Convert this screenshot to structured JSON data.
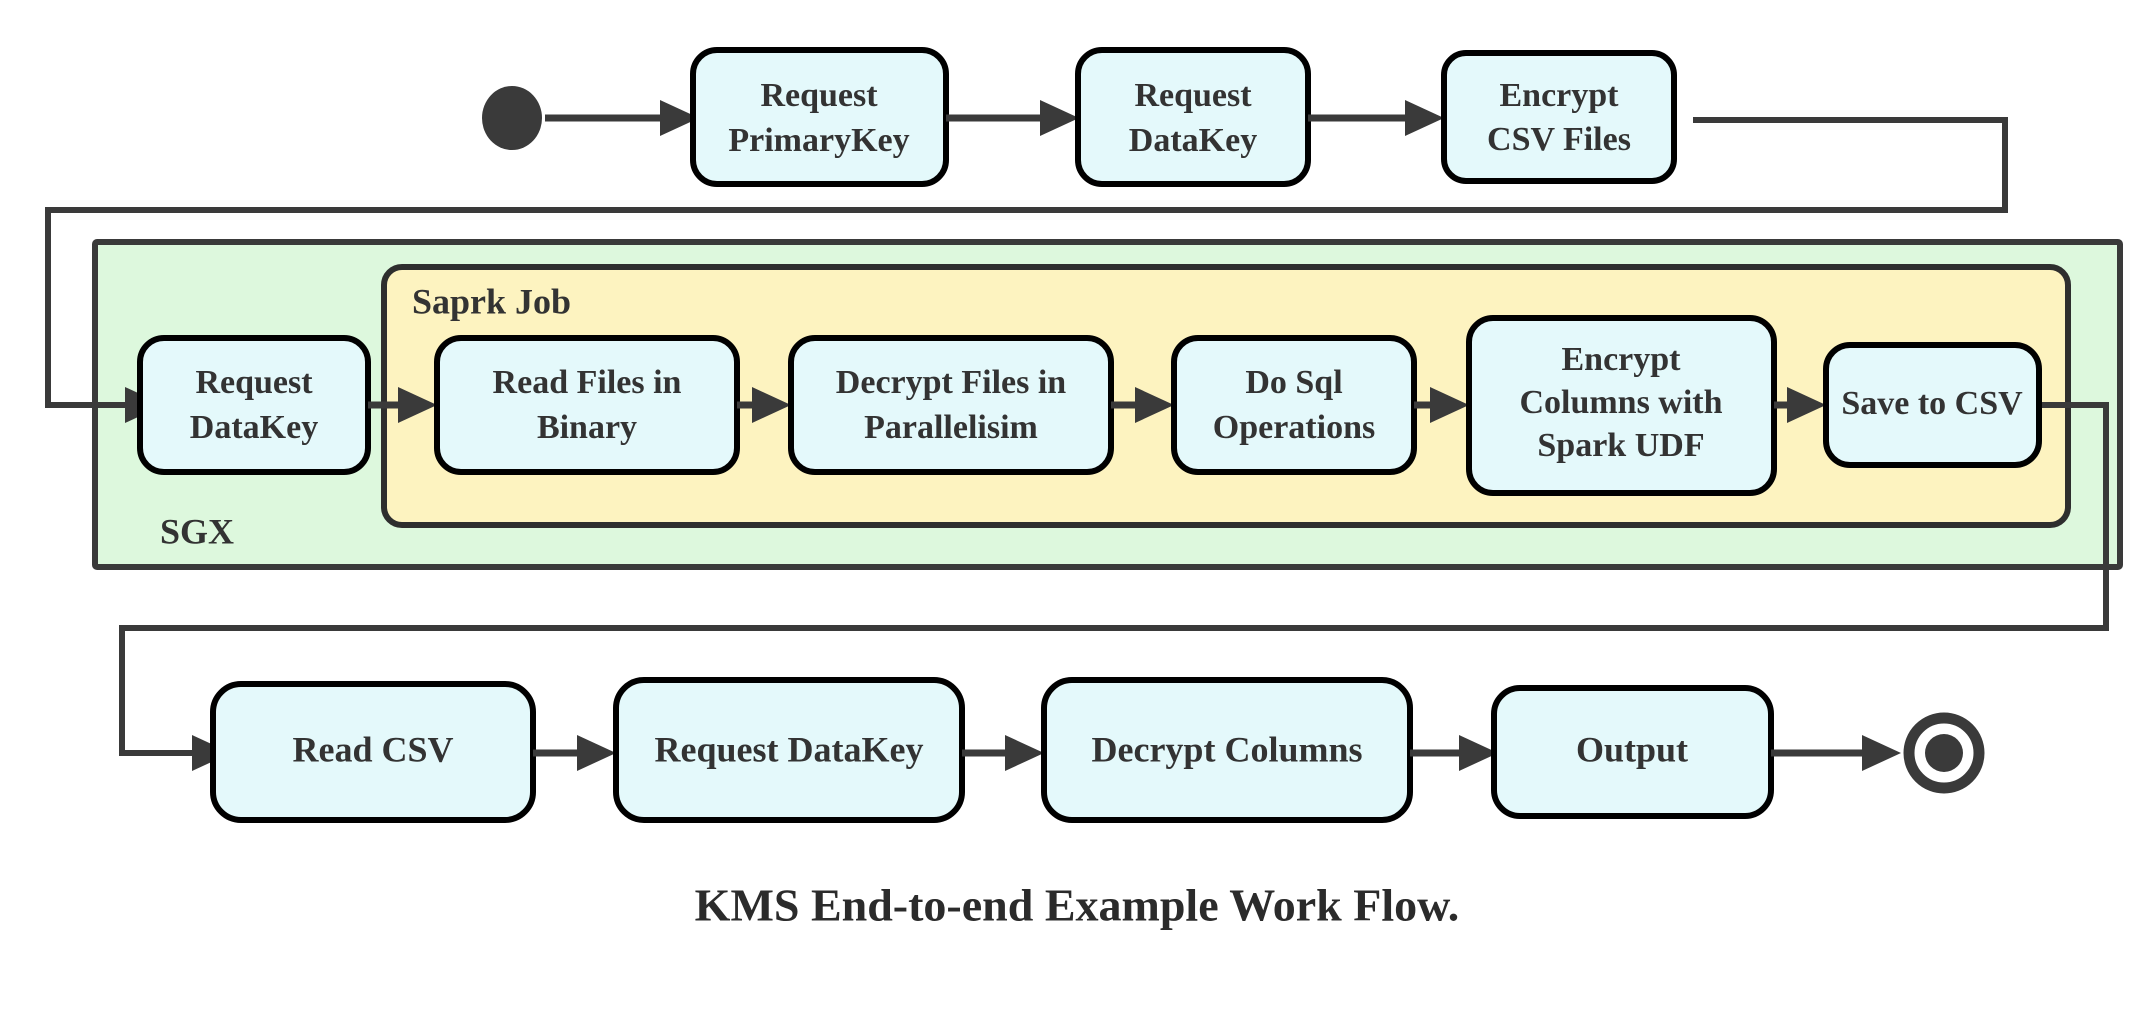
{
  "diagram": {
    "caption": "KMS End-to-end Example Work Flow.",
    "colors": {
      "node_fill": "#e4f9fb",
      "node_stroke": "#000000",
      "sgx_fill": "#ddf8dd",
      "spark_fill": "#fdf3c0",
      "edge": "#3a3a3a",
      "text": "#333333",
      "background": "#ffffff"
    },
    "groups": [
      {
        "id": "sgx",
        "label": "SGX",
        "label_position": "bottom-left",
        "fill": "#ddf8dd"
      },
      {
        "id": "spark",
        "label": "Saprk Job",
        "label_position": "top-left",
        "fill": "#fdf3c0"
      }
    ],
    "markers": {
      "start_label": "start",
      "end_label": "end"
    },
    "rows": {
      "row1": {
        "name": "top-row",
        "nodes": [
          {
            "id": "request-primarykey",
            "lines": [
              "Request",
              "PrimaryKey"
            ]
          },
          {
            "id": "request-datakey-top",
            "lines": [
              "Request",
              "DataKey"
            ]
          },
          {
            "id": "encrypt-csv-files",
            "lines": [
              "Encrypt",
              "CSV Files"
            ]
          }
        ]
      },
      "row2": {
        "name": "sgx-row",
        "nodes": [
          {
            "id": "request-datakey-sgx",
            "lines": [
              "Request",
              "DataKey"
            ],
            "group": "sgx"
          },
          {
            "id": "read-files-in-binary",
            "lines": [
              "Read Files in",
              "Binary"
            ],
            "group": "spark"
          },
          {
            "id": "decrypt-files-in-parallelisim",
            "lines": [
              "Decrypt Files in",
              "Parallelisim"
            ],
            "group": "spark"
          },
          {
            "id": "do-sql-operations",
            "lines": [
              "Do Sql",
              "Operations"
            ],
            "group": "spark"
          },
          {
            "id": "encrypt-columns-with-spark-udf",
            "lines": [
              "Encrypt",
              "Columns with",
              "Spark UDF"
            ],
            "group": "spark"
          },
          {
            "id": "save-to-csv",
            "lines": [
              "Save to CSV"
            ],
            "group": "spark"
          }
        ]
      },
      "row3": {
        "name": "bottom-row",
        "nodes": [
          {
            "id": "read-csv",
            "lines": [
              "Read CSV"
            ]
          },
          {
            "id": "request-datakey-bottom",
            "lines": [
              "Request DataKey"
            ]
          },
          {
            "id": "decrypt-columns",
            "lines": [
              "Decrypt Columns"
            ]
          },
          {
            "id": "output",
            "lines": [
              "Output"
            ]
          }
        ]
      }
    }
  }
}
